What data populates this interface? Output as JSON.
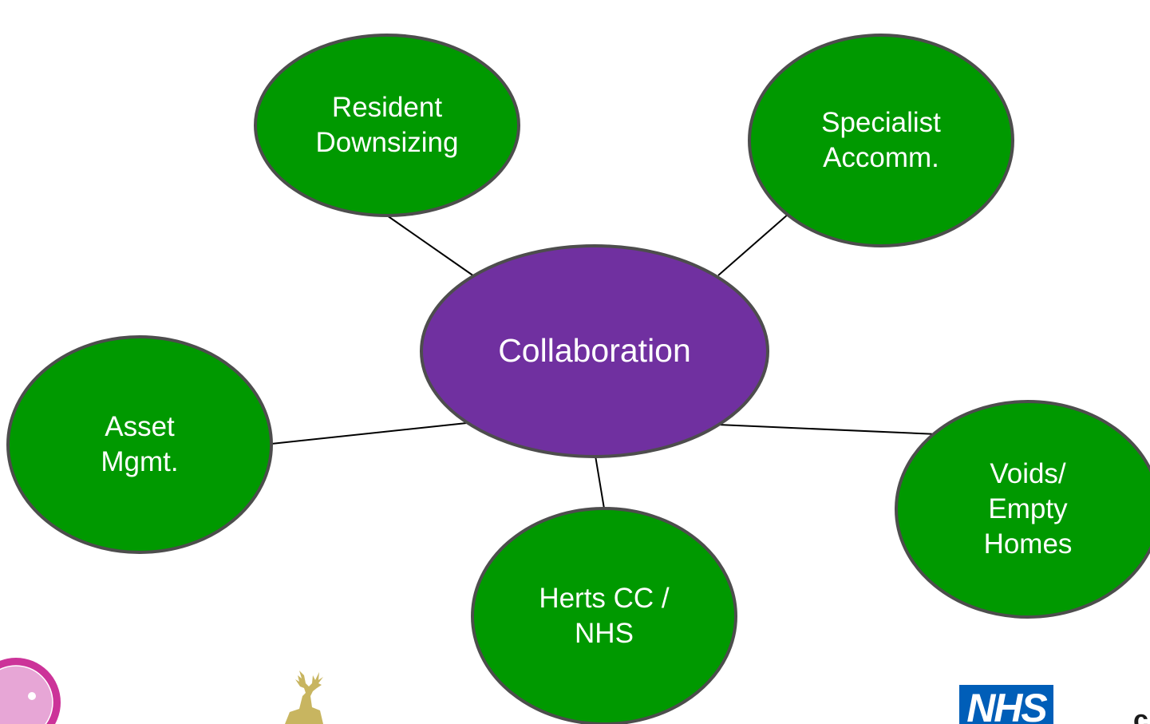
{
  "diagram": {
    "hub": {
      "label": "Collaboration",
      "fill": "#7030a0"
    },
    "satellites": [
      {
        "id": "resident-downsizing",
        "label": "Resident\nDownsizing"
      },
      {
        "id": "specialist-accomm",
        "label": "Specialist\nAccomm."
      },
      {
        "id": "asset-mgmt",
        "label": "Asset\nMgmt."
      },
      {
        "id": "voids-empty-homes",
        "label": "Voids/\nEmpty\nHomes"
      },
      {
        "id": "herts-cc-nhs",
        "label": "Herts CC /\nNHS"
      }
    ],
    "satellite_fill": "#009900",
    "outline_color": "#4d4d4d",
    "connector_color": "#000000"
  },
  "logos": {
    "nhs": {
      "text": "NHS",
      "color": "#005eb8"
    },
    "seal_color": "#cc3399",
    "stag_color": "#c8b560"
  }
}
